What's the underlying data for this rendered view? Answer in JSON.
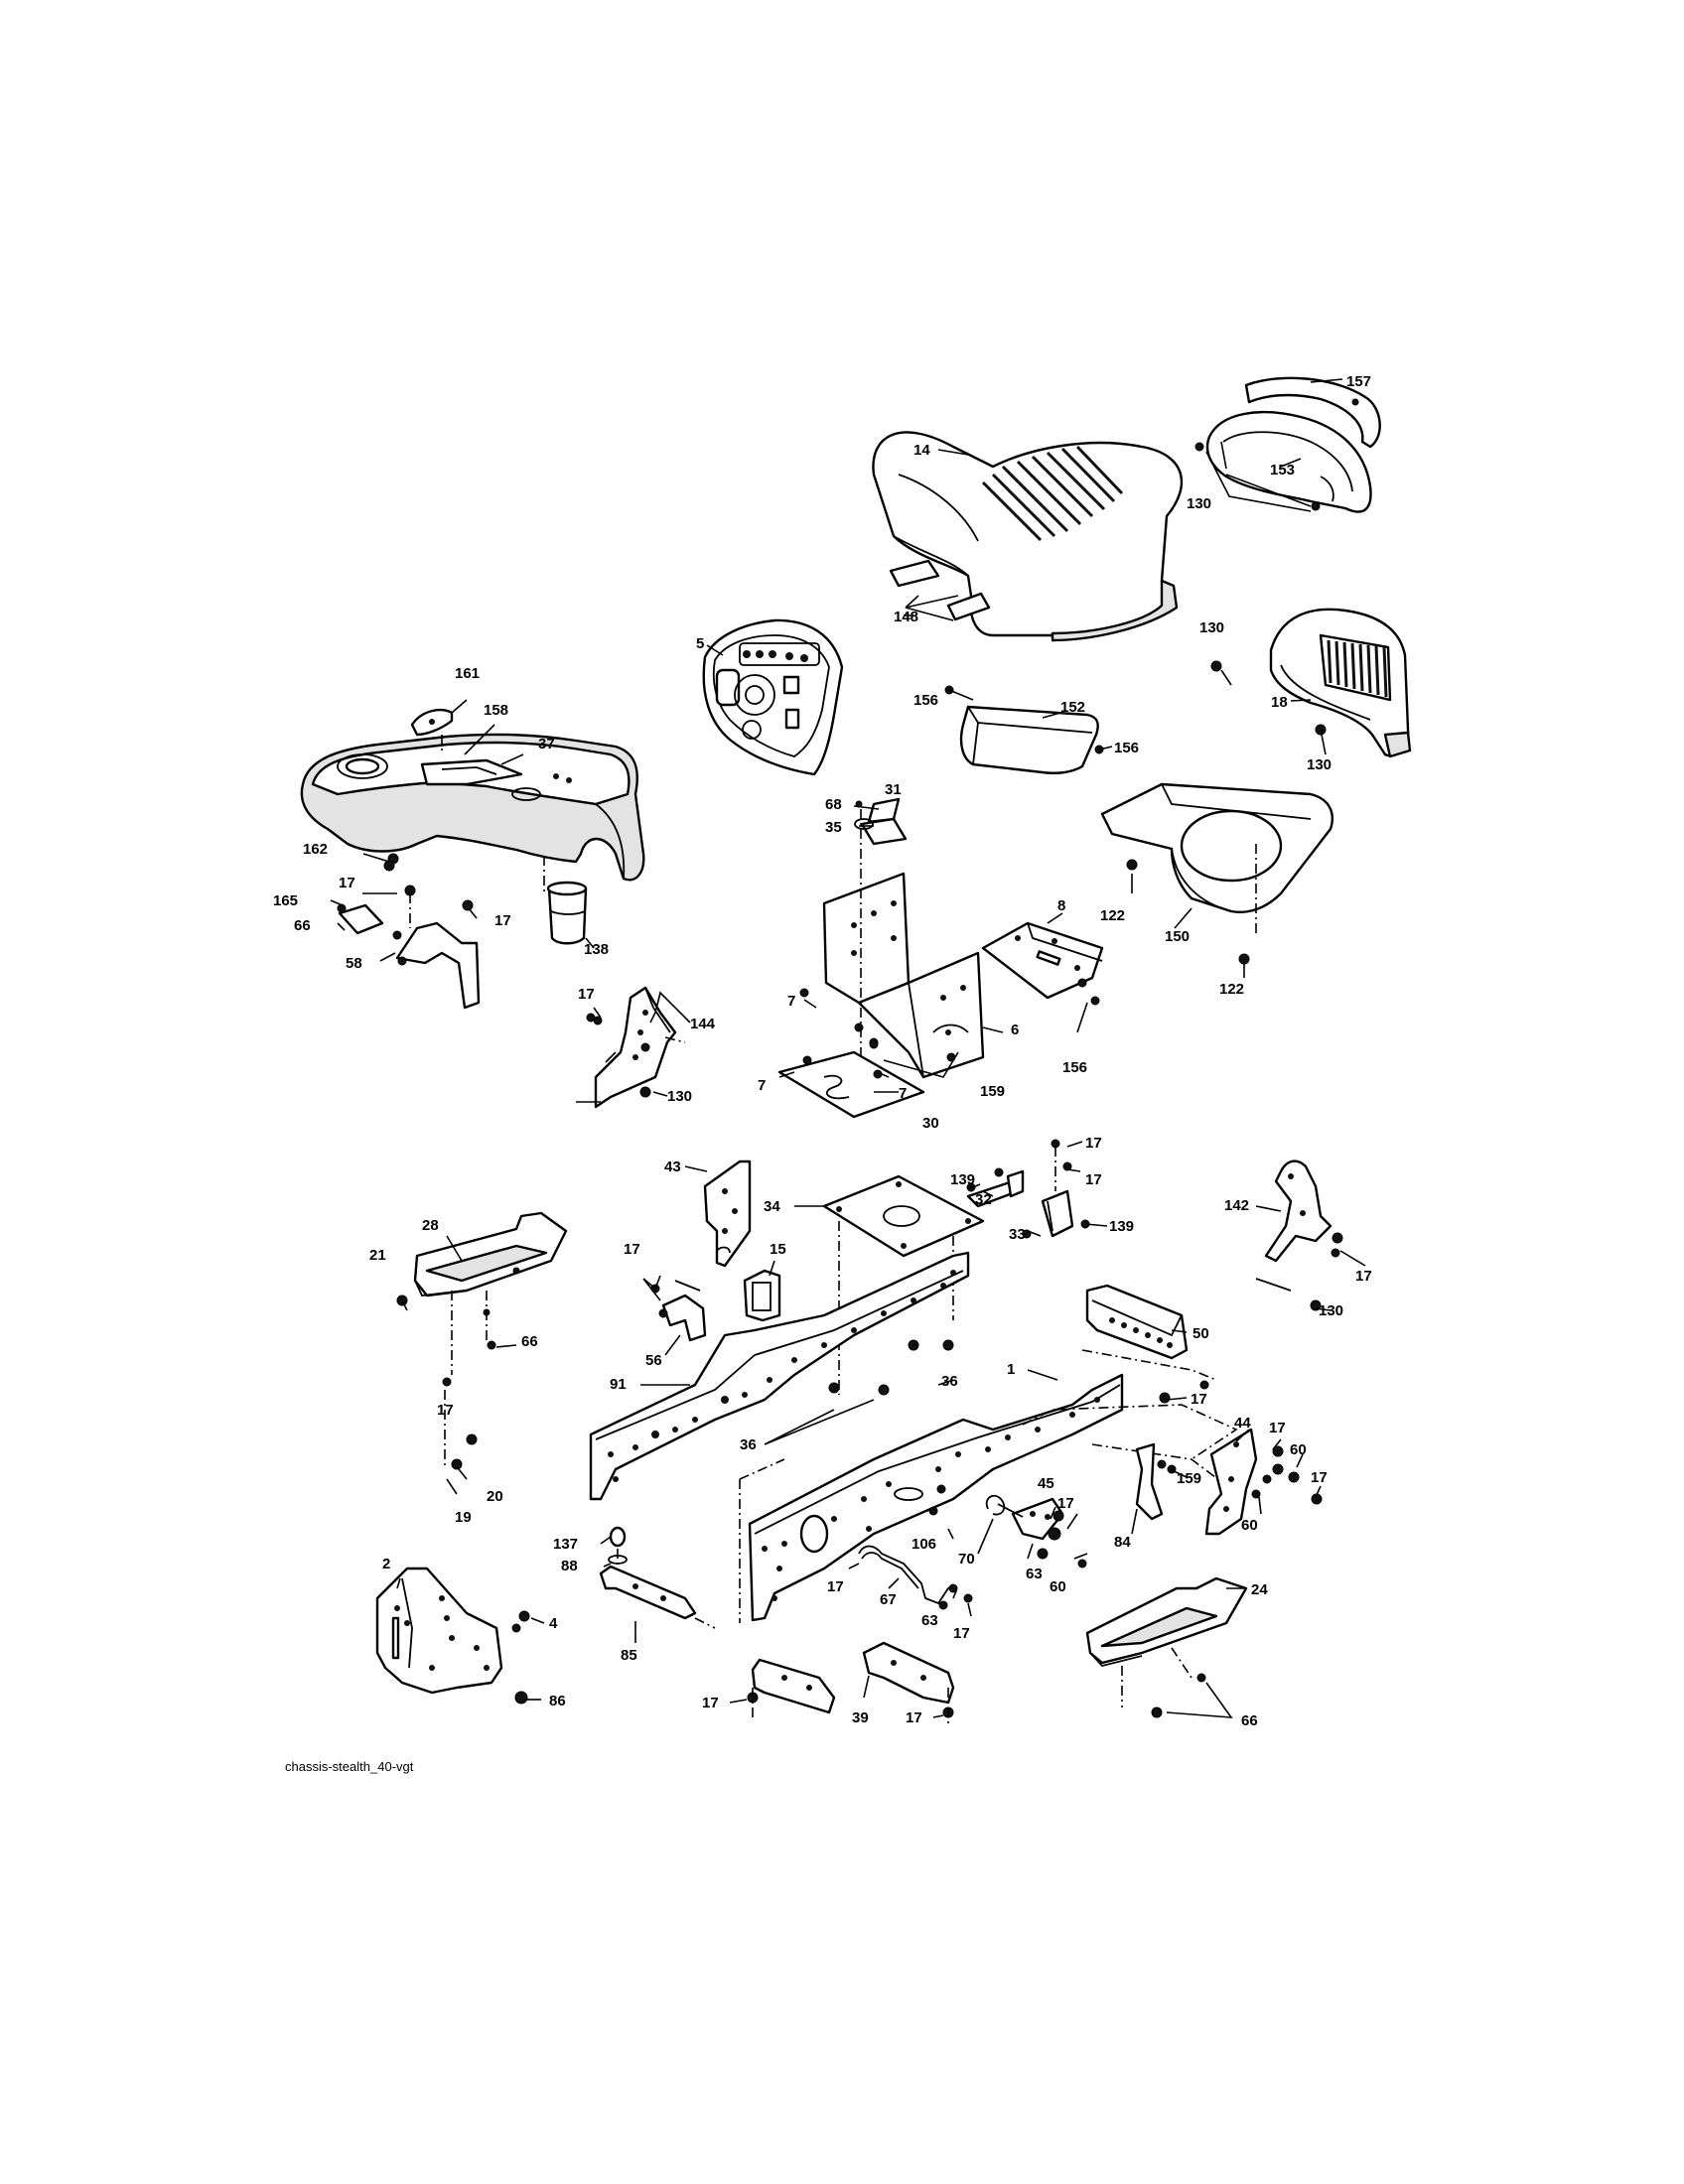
{
  "caption": "chassis-stealth_40-vgt",
  "callouts": {
    "c157": "157",
    "c14": "14",
    "c153": "153",
    "c130a": "130",
    "c148": "148",
    "c5": "5",
    "c130b": "130",
    "c152": "152",
    "c156a": "156",
    "c156b": "156",
    "c18": "18",
    "c130c": "130",
    "c161": "161",
    "c158": "158",
    "c37": "37",
    "c68": "68",
    "c31": "31",
    "c35": "35",
    "c162": "162",
    "c17a": "17",
    "c165": "165",
    "c66a": "66",
    "c17b": "17",
    "c58": "58",
    "c138": "138",
    "c8": "8",
    "c122a": "122",
    "c150": "150",
    "c122b": "122",
    "c7a": "7",
    "c6": "6",
    "c156c": "156",
    "c7b": "7",
    "c159a": "159",
    "c7c": "7",
    "c30": "30",
    "c17c": "17",
    "c144": "144",
    "c130d": "130",
    "c139a": "139",
    "c17d": "17",
    "c32": "32",
    "c17e": "17",
    "c43": "43",
    "c34": "34",
    "c33": "33",
    "c139b": "139",
    "c142": "142",
    "c17f": "17",
    "c130e": "130",
    "c28": "28",
    "c21": "21",
    "c17g": "17",
    "c15": "15",
    "c66b": "66",
    "c56": "56",
    "c50": "50",
    "c91": "91",
    "c36a": "36",
    "c36b": "36",
    "c1": "1",
    "c17h": "17",
    "c17i": "17",
    "c44": "44",
    "c17j": "17",
    "c60a": "60",
    "c159b": "159",
    "c45": "45",
    "c17k": "17",
    "c17l": "17",
    "c20": "20",
    "c19": "19",
    "c60b": "60",
    "c84": "84",
    "c137": "137",
    "c106": "106",
    "c70": "70",
    "c88": "88",
    "c63a": "63",
    "c60c": "60",
    "c17m": "17",
    "c67": "67",
    "c63b": "63",
    "c2": "2",
    "c4": "4",
    "c17n": "17",
    "c24": "24",
    "c85": "85",
    "c86": "86",
    "c17o": "17",
    "c39": "39",
    "c17p": "17",
    "c66c": "66"
  }
}
